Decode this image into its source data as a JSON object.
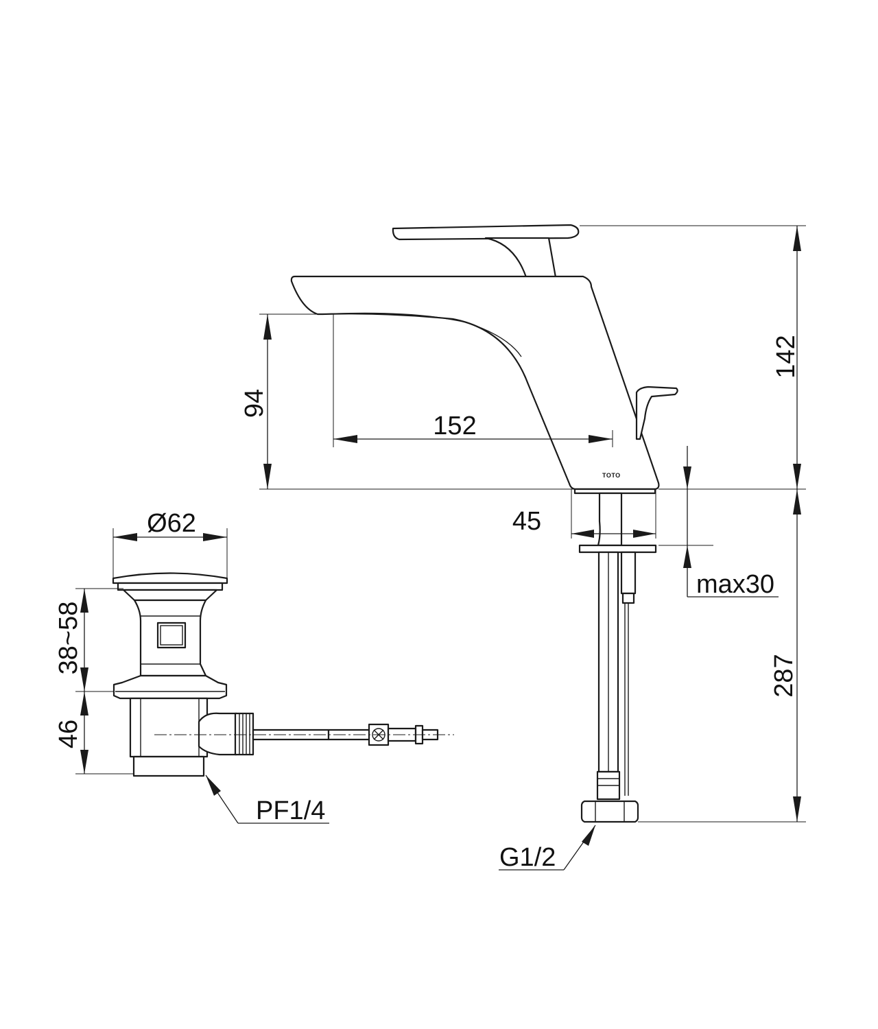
{
  "dimensions": {
    "total_height": "142",
    "spout_height": "94",
    "spout_reach": "152",
    "base_width": "45",
    "max_counter_thickness": "max30",
    "hose_length": "287",
    "hose_thread": "G1/2",
    "waste_diameter": "Ø62",
    "waste_adjust_range": "38~58",
    "waste_body_height": "46",
    "waste_thread": "PF1/4"
  },
  "logo_text": "TOTO",
  "colors": {
    "line": "#1a1a1a",
    "background": "#ffffff"
  }
}
